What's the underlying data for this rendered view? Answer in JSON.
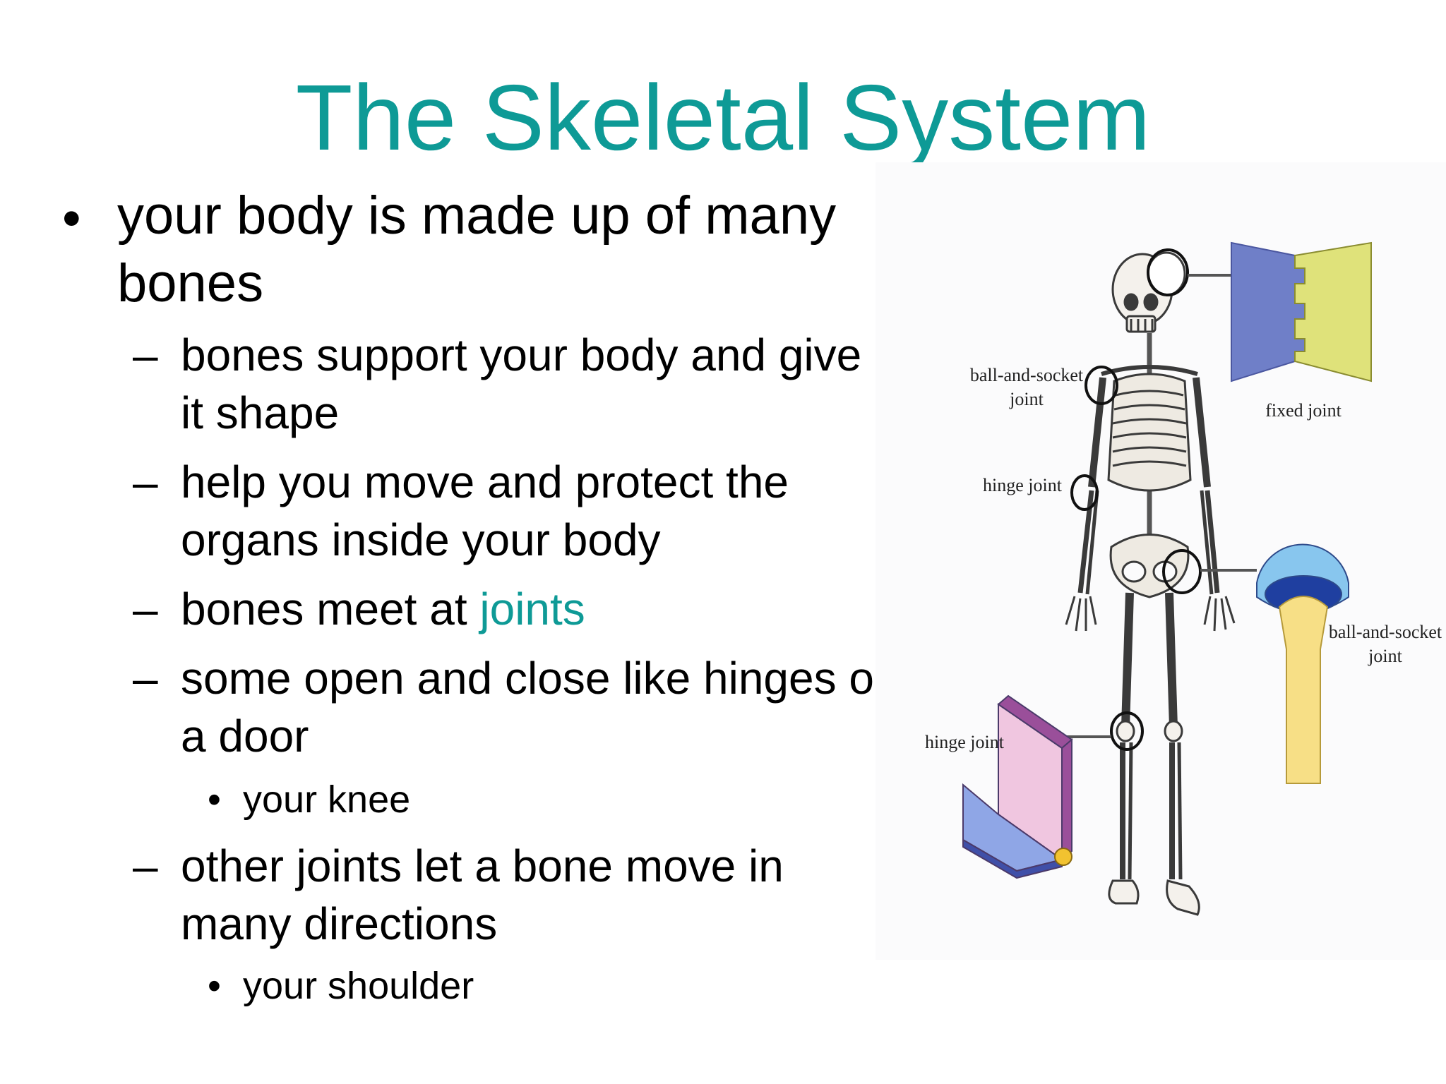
{
  "slide": {
    "title": "The Skeletal System",
    "accent_color": "#0e9a96",
    "bullets": {
      "main_line1": "your body is made up of many",
      "main_line2": "bones",
      "item1_line1": "bones support your body and give",
      "item1_line2": "it shape",
      "item2_line1": "help you move and protect the",
      "item2_line2": "organs inside your body",
      "item3_prefix": "bones meet at ",
      "item3_link": "joints",
      "item4_line1": "some open and close like hinges on",
      "item4_line2": "a door",
      "item4_sub": "your knee",
      "item5_line1": "other joints let a bone move in",
      "item5_line2": "many directions",
      "item5_sub": "your shoulder"
    },
    "markers": {
      "level1": "•",
      "level2": "–",
      "level3": "•"
    }
  },
  "figure": {
    "labels": {
      "ball_socket_upper_1": "ball-and-socket",
      "ball_socket_upper_2": "joint",
      "fixed_joint": "fixed joint",
      "hinge_upper": "hinge joint",
      "ball_socket_lower_1": "ball-and-socket",
      "ball_socket_lower_2": "joint",
      "hinge_lower": "hinge joint"
    },
    "colors": {
      "fixed_left": "#6f7fc8",
      "fixed_right": "#dfe27a",
      "ball_cup": "#88c6ee",
      "ball_inner": "#1f3fa0",
      "ball_bone": "#f7df86",
      "hinge_upright": "#f0c6e0",
      "hinge_side": "#9a4f9a",
      "hinge_base": "#8fa6e6",
      "hinge_ball": "#f2c230"
    }
  }
}
